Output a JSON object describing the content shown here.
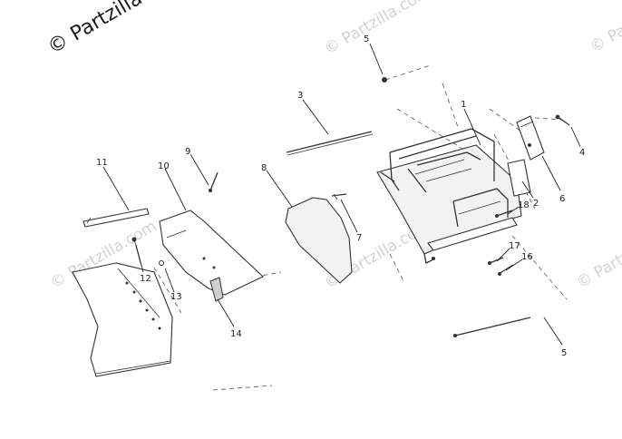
{
  "watermark": {
    "main": "© Partzilla",
    "repeat": "© Partzilla.com"
  },
  "colors": {
    "ink": "#333333",
    "paper": "#ffffff",
    "watermark_faint": "#d2d2d2"
  },
  "callouts": {
    "c1": "1",
    "c2": "2",
    "c3": "3",
    "c4": "4",
    "c5_top": "5",
    "c5_bottom": "5",
    "c6": "6",
    "c7": "7",
    "c8": "8",
    "c9": "9",
    "c10": "10",
    "c11": "11",
    "c12": "12",
    "c13": "13",
    "c14": "14",
    "c16": "16",
    "c17": "17",
    "c18": "18"
  }
}
